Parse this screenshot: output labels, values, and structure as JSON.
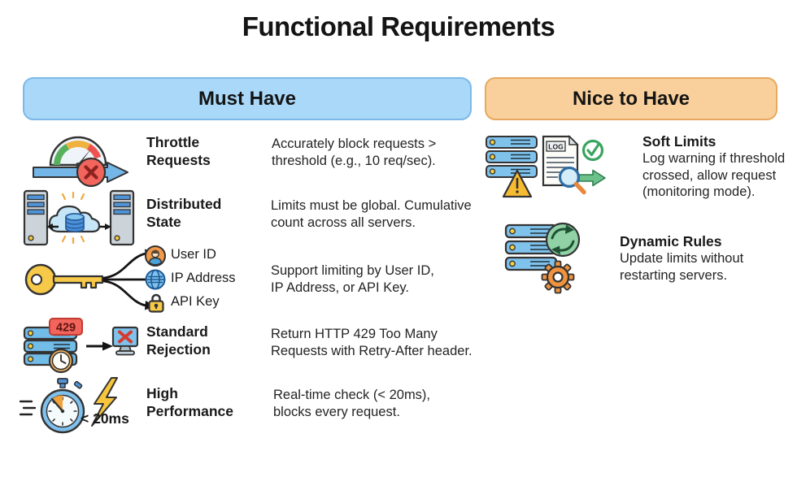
{
  "title": "Functional Requirements",
  "colors": {
    "must_have_bg": "#a9d8f8",
    "must_have_border": "#7db9e8",
    "nice_to_have_bg": "#f9d09b",
    "nice_to_have_border": "#e7a95f",
    "server_blue": "#7fc2ec",
    "error_red": "#f2655c",
    "warning_yellow": "#f7bb32",
    "success_green": "#3aa45f",
    "key_yellow": "#f7c948",
    "gear_orange": "#f0933e",
    "text": "#1a1a1a"
  },
  "columns": {
    "must_have": {
      "header": "Must Have",
      "items": [
        {
          "icon": "gauge-throttle-icon",
          "label": "Throttle\nRequests",
          "description": "Accurately block requests >\nthreshold (e.g., 10 req/sec)."
        },
        {
          "icon": "distributed-state-icon",
          "label": "Distributed\nState",
          "description": "Limits must be global. Cumulative\ncount across all servers."
        },
        {
          "icon": "key-branch-icon",
          "branches": [
            "User ID",
            "IP Address",
            "API Key"
          ],
          "description": "Support limiting by User ID,\nIP Address, or API Key."
        },
        {
          "icon": "http-429-rejection-icon",
          "badge": "429",
          "label": "Standard\nRejection",
          "description": "Return HTTP 429 Too Many\nRequests with Retry-After header."
        },
        {
          "icon": "stopwatch-lightning-icon",
          "caption": "< 20ms",
          "label": "High\nPerformance",
          "description": "Real-time check (< 20ms),\nblocks every request."
        }
      ]
    },
    "nice_to_have": {
      "header": "Nice to Have",
      "items": [
        {
          "icon": "soft-limits-log-icon",
          "doc_label": "LOG",
          "label": "Soft Limits",
          "description": "Log warning if threshold\ncrossed, allow request\n(monitoring mode)."
        },
        {
          "icon": "dynamic-rules-icon",
          "label": "Dynamic Rules",
          "description": "Update limits without\nrestarting servers."
        }
      ]
    }
  }
}
